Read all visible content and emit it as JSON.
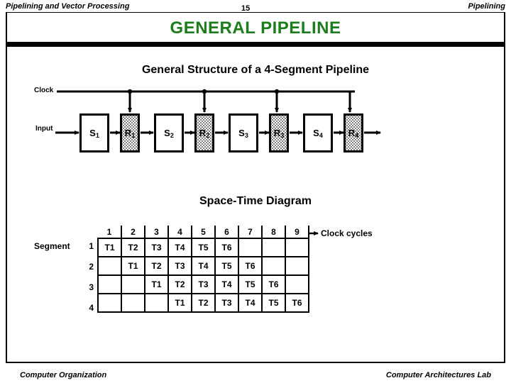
{
  "header": {
    "left_runhead": "Pipelining and Vector Processing",
    "page_number": "15",
    "right_runhead": "Pipelining",
    "title": "GENERAL  PIPELINE",
    "title_color": "#1b7d1b"
  },
  "structure_section": {
    "heading": "General Structure of a 4-Segment Pipeline",
    "clock_label": "Clock",
    "input_label": "Input",
    "stages": [
      {
        "name": "S",
        "sub": "1",
        "kind": "segment"
      },
      {
        "name": "R",
        "sub": "1",
        "kind": "register"
      },
      {
        "name": "S",
        "sub": "2",
        "kind": "segment"
      },
      {
        "name": "R",
        "sub": "2",
        "kind": "register"
      },
      {
        "name": "S",
        "sub": "3",
        "kind": "segment"
      },
      {
        "name": "R",
        "sub": "3",
        "kind": "register"
      },
      {
        "name": "S",
        "sub": "4",
        "kind": "segment"
      },
      {
        "name": "R",
        "sub": "4",
        "kind": "register"
      }
    ]
  },
  "spacetime_section": {
    "heading": "Space-Time Diagram",
    "segment_label": "Segment",
    "clock_cycles_label": "Clock cycles",
    "column_headers": [
      "1",
      "2",
      "3",
      "4",
      "5",
      "6",
      "7",
      "8",
      "9"
    ],
    "row_labels": [
      "1",
      "2",
      "3",
      "4"
    ],
    "rows": [
      [
        "T1",
        "T2",
        "T3",
        "T4",
        "T5",
        "T6",
        "",
        "",
        ""
      ],
      [
        "",
        "T1",
        "T2",
        "T3",
        "T4",
        "T5",
        "T6",
        "",
        ""
      ],
      [
        "",
        "",
        "T1",
        "T2",
        "T3",
        "T4",
        "T5",
        "T6",
        ""
      ],
      [
        "",
        "",
        "",
        "T1",
        "T2",
        "T3",
        "T4",
        "T5",
        "T6"
      ]
    ]
  },
  "footer": {
    "left": "Computer Organization",
    "right": "Computer Architectures Lab"
  }
}
